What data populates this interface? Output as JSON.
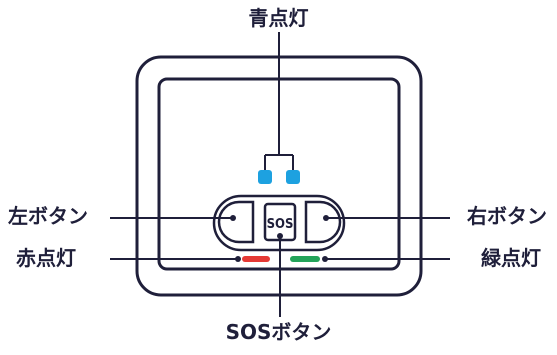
{
  "labels": {
    "blue_lamp": "青点灯",
    "left_button": "左ボタン",
    "red_lamp": "赤点灯",
    "right_button": "右ボタン",
    "green_lamp": "緑点灯",
    "sos_button": "SOSボタン"
  },
  "device": {
    "sos_text": "SOS"
  },
  "colors": {
    "outline": "#1f1f3a",
    "blue_led": "#1da1e0",
    "red_bar": "#e53935",
    "green_bar": "#23a35a"
  }
}
